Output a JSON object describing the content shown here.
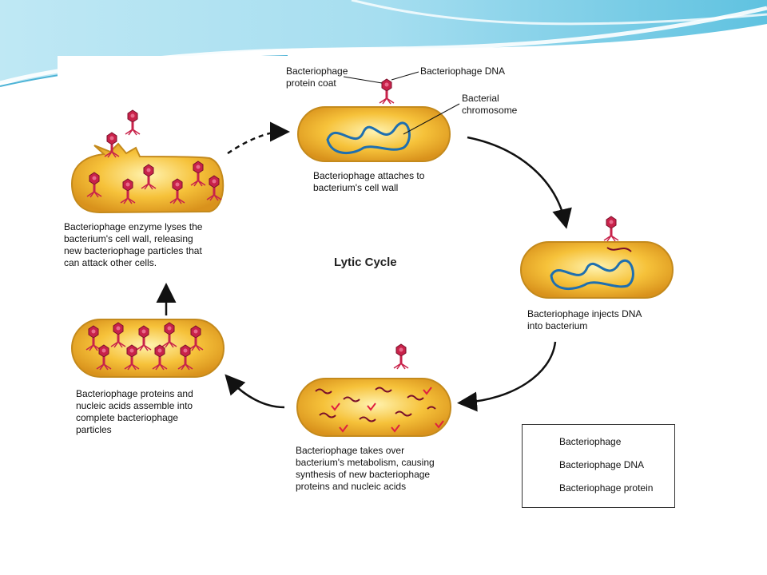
{
  "title": "Lytic Cycle",
  "labels": {
    "protein_coat": "Bacteriophage\nprotein coat",
    "phage_dna": "Bacteriophage DNA",
    "chromosome": "Bacterial\nchromosome",
    "step1": "Bacteriophage attaches to\nbacterium's cell wall",
    "step2": "Bacteriophage injects DNA\ninto bacterium",
    "step3": "Bacteriophage takes over\nbacterium's metabolism, causing\nsynthesis of new bacteriophage\nproteins and nucleic acids",
    "step4": "Bacteriophage proteins and\nnucleic acids assemble into\ncomplete bacteriophage\nparticles",
    "step5": "Bacteriophage enzyme lyses the\nbacterium's cell wall, releasing\nnew bacteriophage particles that\ncan attack other cells."
  },
  "legend": {
    "items": [
      "Bacteriophage",
      "Bacteriophage DNA",
      "Bacteriophage protein"
    ]
  },
  "colors": {
    "cell_fill": "#f6c23a",
    "cell_stroke": "#b9861a",
    "phage": "#c8224a",
    "dna": "#1e6fb0",
    "arrow": "#111111",
    "banner": "#8fd4ea"
  }
}
